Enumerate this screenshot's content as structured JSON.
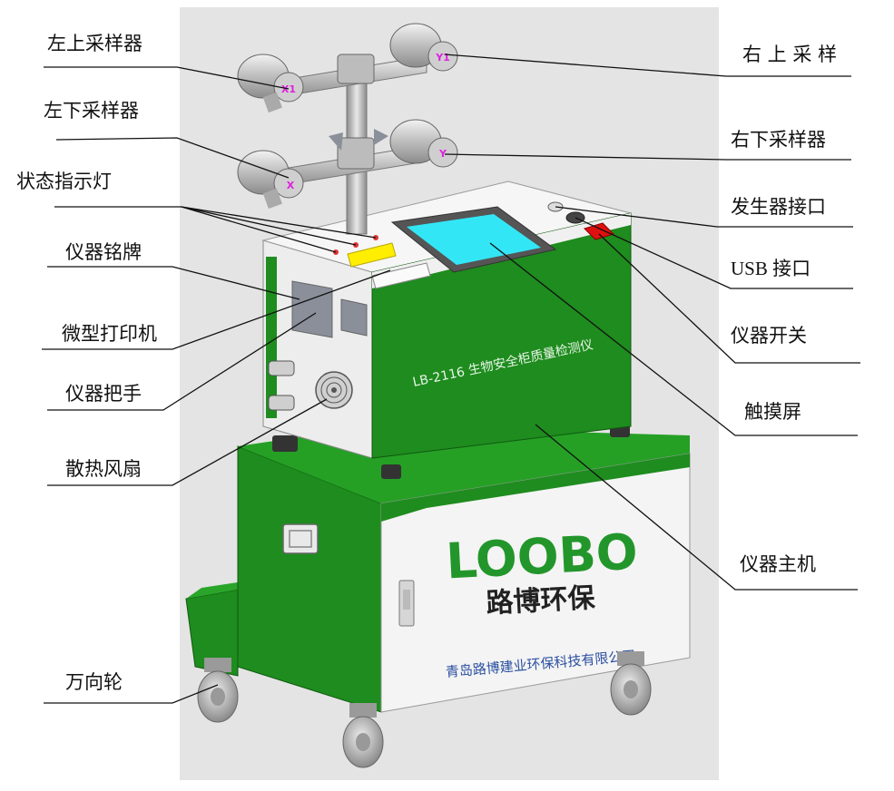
{
  "labels": {
    "top_left_sampler": "左上采样器",
    "bottom_left_sampler": "左下采样器",
    "status_indicator": "状态指示灯",
    "nameplate": "仪器铭牌",
    "micro_printer": "微型打印机",
    "handle": "仪器把手",
    "cooling_fan": "散热风扇",
    "caster": "万向轮",
    "top_right_sampler": "右 上 采 样",
    "bottom_right_sampler": "右下采样器",
    "generator_port": "发生器接口",
    "usb_port": "USB 接口",
    "power_switch": "仪器开关",
    "touch_screen": "触摸屏",
    "main_unit": "仪器主机"
  },
  "device": {
    "model_text": "LB-2116 生物安全柜质量检测仪",
    "brand_latin": "LOOBO",
    "brand_cn": "路博环保",
    "company": "青岛路博建业环保科技有限公司",
    "sampler_marks": [
      "X1",
      "Y1",
      "X",
      "Y"
    ]
  },
  "colors": {
    "green": "#1e8c1e",
    "screen": "#33e6f5",
    "background_panel": "#e4e4e4",
    "sampler_mark": "#e020e0",
    "power_switch": "#e01010",
    "nameplate": "#ffee00"
  }
}
